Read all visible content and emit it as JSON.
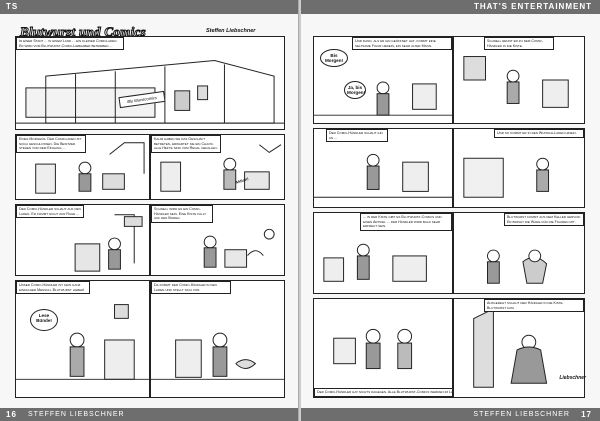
{
  "left_page": {
    "header": "TS",
    "footer_number": "16",
    "footer_author": "STEFFEN LIEBSCHNER",
    "title": "Blutwurst und Comics",
    "byline": "Steffen Liebschner",
    "captions": [
      "In einer Stadt ... in einem Land ... ein kleiner Comicladen. Er wird vom Blutwurst-Comic-Liebhaber betrieben ...",
      "Eines Morgens. Der Comicladen ist noch geschlossen. Die Besitzer stehen vor dem Eingang ...",
      "Kaum haben sie das Geschäft betreten, erwartet sie ein Chaos: alle Hefte sind vom Regal gefallen.",
      "Der Comic-Händler schaut auf den Laden. Er kommt nicht zur Ruhe ...",
      "Schnell wird es ein Comic-Händler sein. Eine Kiste fällt auf den Boden.",
      "Unser Comic-Händler ist kein ganz einfacher Mensch. Blutwurst lieber!",
      "Da kommt der Comic-Händler in den Laden und stellt sich vor."
    ],
    "shop_sign": "Blu Wurstcomics",
    "bubble_left": "Lese Bünde!",
    "sign_text": "Aktion!"
  },
  "right_page": {
    "header": "THAT'S ENTERTAINMENT",
    "footer_author": "STEFFEN LIEBSCHNER",
    "footer_number": "17",
    "captions": [
      "Und dann, als er ihn geöffnet hat, kommt eine seltsame Figur herein, ein sehr alter Mann.",
      "Schnell rennt er zu dem Comic-Händler in die Kiste.",
      "Der Comic-Händler schaut ihn an ...",
      "Und so kommt er in den Wunsch-Laden hinein.",
      "... in der Kiste gibt es Blutwurst-Comics und einen Artikel ... der Händler wird bald sehr erfreut sein.",
      "Blutwurst kommt aus dem Keller hervor. Er bringt die Ware für die Figuren mit.",
      "Aufgeregt schaut der Händler in die Kiste. Blutwurst kam.",
      "Der Comic-Händler hat nichts dagegen. Alle Blutwurst-Comics werden im Laden verkauft."
    ],
    "bubbles": [
      "Bis Morgen!",
      "Ja, bis Morgen!"
    ],
    "signature": "Liebschner"
  }
}
